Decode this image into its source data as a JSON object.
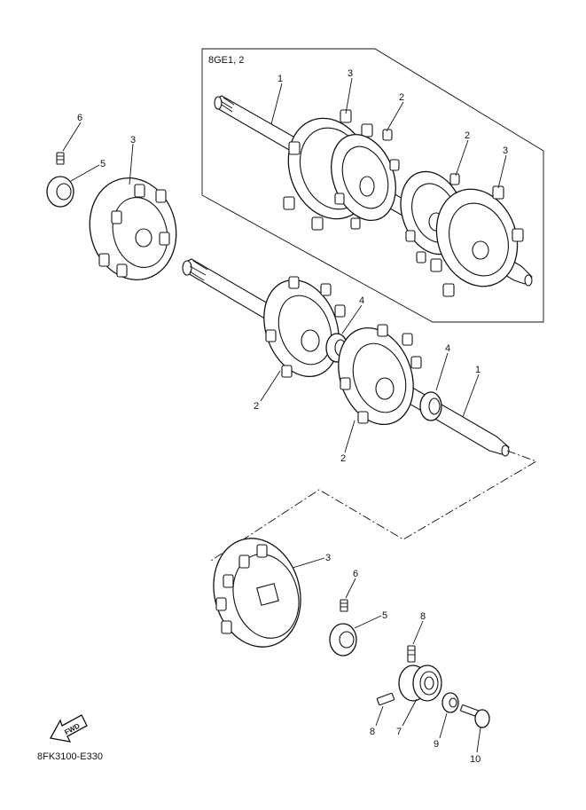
{
  "box_title": "8GE1, 2",
  "drawing_code": "8FK3100-E330",
  "fwd_text": "FWD",
  "callouts": {
    "c1_box": "1",
    "c2_box_a": "2",
    "c2_box_b": "2",
    "c3_box_a": "3",
    "c3_box_b": "3",
    "c6_upper": "6",
    "c5_upper": "5",
    "c3_upper": "3",
    "c4_a": "4",
    "c4_b": "4",
    "c1_main": "1",
    "c2_a": "2",
    "c2_b": "2",
    "c3_lower": "3",
    "c6_lower": "6",
    "c5_lower": "5",
    "c8_a": "8",
    "c8_b": "8",
    "c7": "7",
    "c9": "9",
    "c10": "10"
  }
}
